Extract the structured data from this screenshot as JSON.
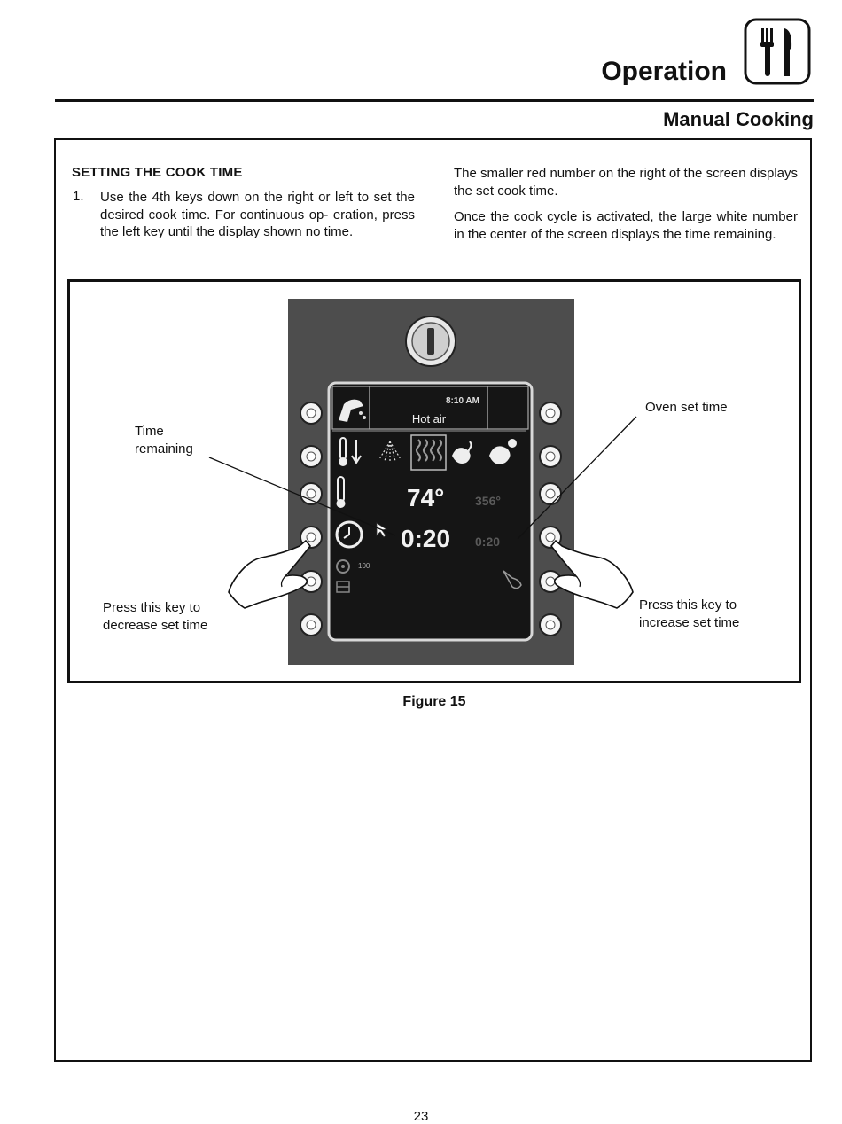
{
  "header": {
    "title": "Operation",
    "section": "Manual Cooking"
  },
  "icons": {
    "header": "fork-knife-icon"
  },
  "instructions": {
    "heading": "SETTING THE COOK TIME",
    "step_number": "1.",
    "step_text": "Use the 4th keys down on the right or  left to set the desired cook time. For continuous op- eration, press the left key until the display shown no time.",
    "paragraph_1": "The smaller red number on the right of the screen displays the set cook time.",
    "paragraph_2": "Once the cook cycle is activated, the large white number in the center of the screen displays the time remaining."
  },
  "figure": {
    "caption": "Figure 15",
    "callouts": {
      "time_remaining": "Time remaining",
      "oven_set_time": "Oven set time",
      "decrease": "Press this key to decrease set time",
      "increase": "Press this key to increase set time"
    },
    "screen": {
      "clock": "8:10 AM",
      "mode": "Hot air",
      "current_temp": "74°",
      "set_temp": "356°",
      "time_remaining": "0:20",
      "set_time": "0:20",
      "fan_speed": "100"
    },
    "colors": {
      "panel": "#4d4d4d",
      "screen": "#151515",
      "set_value": "#5a5a5a"
    }
  },
  "page_number": "23"
}
